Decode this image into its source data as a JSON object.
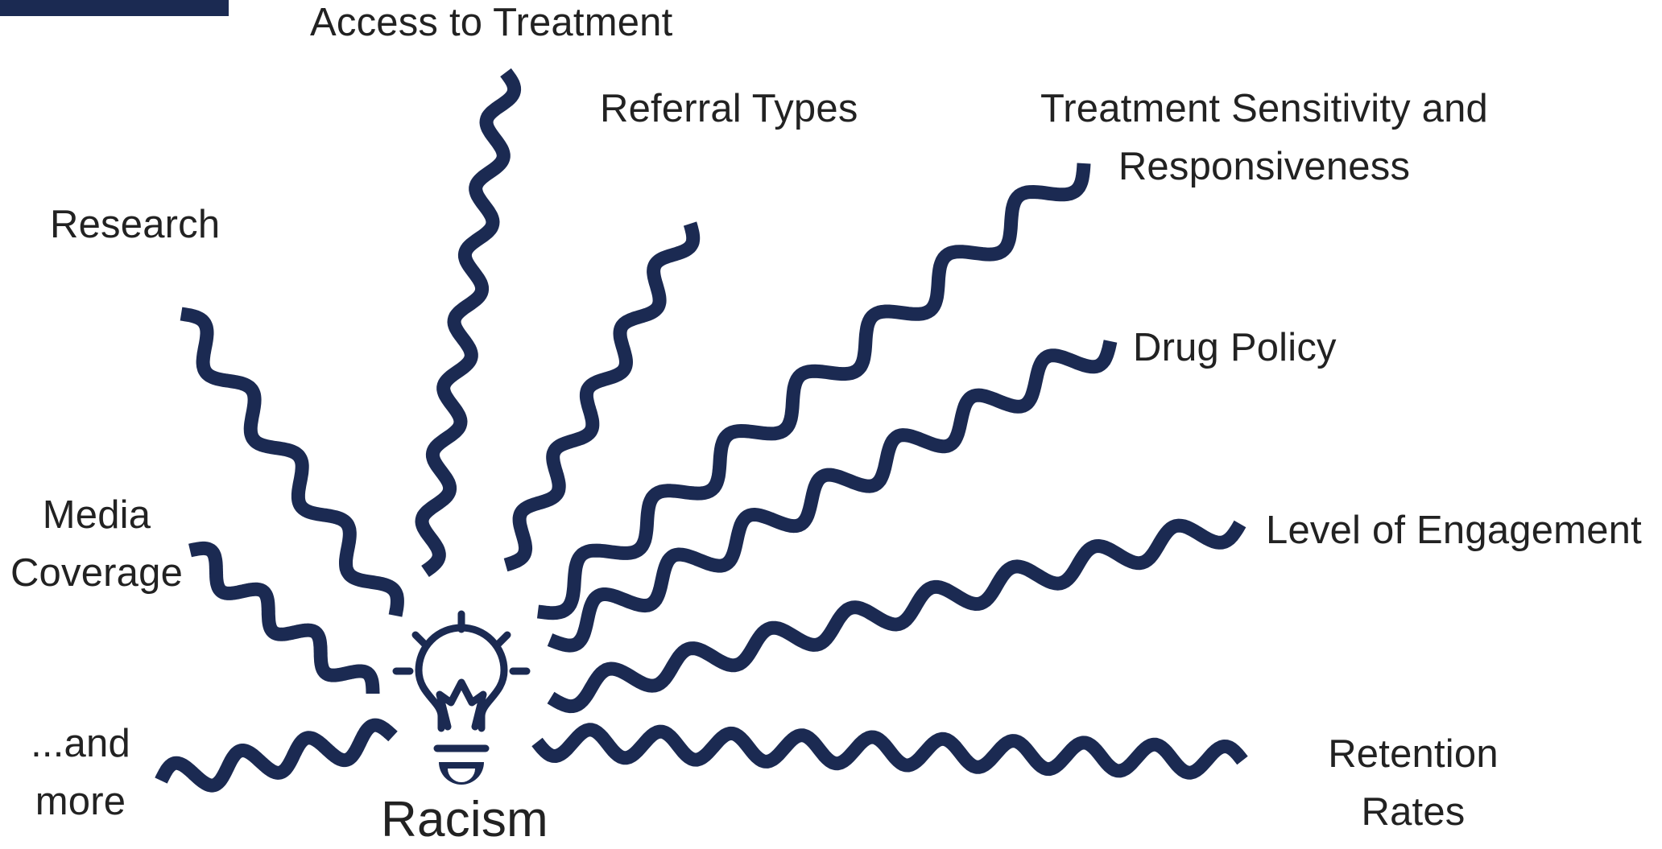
{
  "diagram": {
    "center_label": "Racism",
    "center_icon": "lightbulb-icon",
    "line_color": "#1b2a52",
    "labels": {
      "access": "Access to Treatment",
      "referral": "Referral Types",
      "treatment": "Treatment Sensitivity and Responsiveness",
      "research": "Research",
      "drug": "Drug Policy",
      "engagement": "Level of Engagement",
      "media": "Media Coverage",
      "more": "...and more",
      "retention": "Retention Rates"
    }
  }
}
